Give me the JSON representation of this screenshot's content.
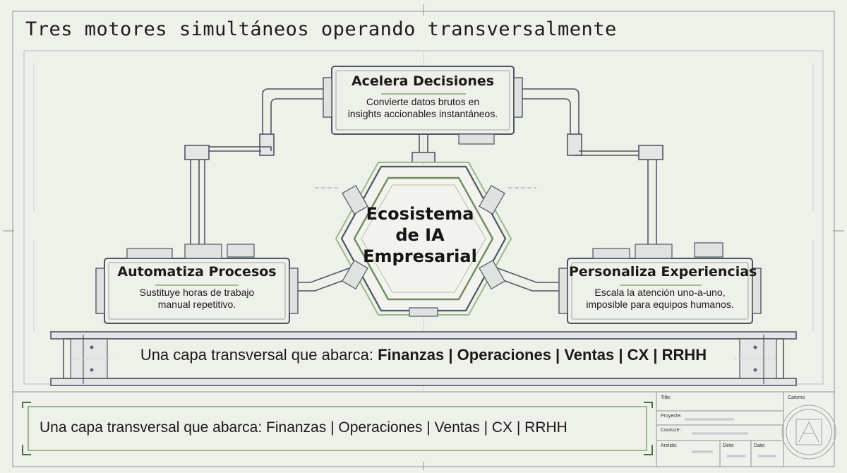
{
  "title": "Tres motores simultáneos operando transversalmente",
  "hub": {
    "line1": "Ecosistema",
    "line2": "de IA",
    "line3": "Empresarial"
  },
  "engines": {
    "decisions": {
      "title": "Acelera Decisiones",
      "desc_line1": "Convierte datos brutos en",
      "desc_line2": "insights accionables instantáneos."
    },
    "automation": {
      "title": "Automatiza Procesos",
      "desc_line1": "Sustituye horas de trabajo",
      "desc_line2": "manual repetitivo."
    },
    "personalization": {
      "title": "Personaliza Experiencias",
      "desc_line1": "Escala la atención uno-a-uno,",
      "desc_line2": "imposible para equipos humanos."
    }
  },
  "band": {
    "prefix": "Una capa transversal que abarca: ",
    "areas": [
      "Finanzas",
      "Operaciones",
      "Ventas",
      "CX",
      "RRHH"
    ],
    "separator": " | "
  },
  "footer": {
    "text": "Una capa transversal que abarca: Finanzas | Operaciones | Ventas | CX | RRHH"
  },
  "title_block": {
    "title_label": "Title:",
    "project_label": "Proyecte:",
    "course_label": "Couruze:",
    "article_label": "Arelide:",
    "date_label_1": "Dete:",
    "date_label_2": "Date:",
    "catalog_label": "Catomo"
  },
  "colors": {
    "paper": "#eef0ea",
    "ink": "#5a6570",
    "accent_green": "#8ca878",
    "frame_green": "#4f6b48"
  }
}
